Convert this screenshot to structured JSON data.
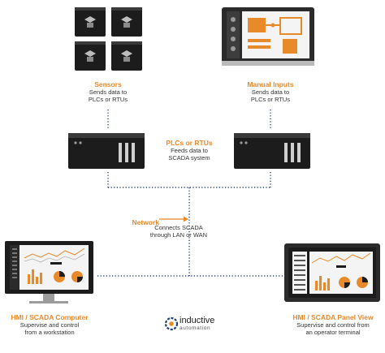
{
  "colors": {
    "accent": "#e8892a",
    "device_dark": "#1c1c1c",
    "device_mid": "#2b2b2b",
    "screen_bg": "#f4f4f4",
    "connector": "#1f3f75"
  },
  "nodes": {
    "sensors": {
      "title": "Sensors",
      "desc1": "Sends data to",
      "desc2": "PLCs or RTUs"
    },
    "manual": {
      "title": "Manual Inputs",
      "desc1": "Sends data to",
      "desc2": "PLCs or RTUs"
    },
    "plc": {
      "title": "PLCs or RTUs",
      "desc1": "Feeds data to",
      "desc2": "SCADA system"
    },
    "network": {
      "title": "Network",
      "desc1": "Connects SCADA",
      "desc2": "through LAN or WAN"
    },
    "hmi_computer": {
      "title": "HMI / SCADA Computer",
      "desc1": "Supervise and control",
      "desc2": "from a workstation"
    },
    "hmi_panel": {
      "title": "HMI / SCADA Panel View",
      "desc1": "Supervise and control from",
      "desc2": "an operator terminal"
    }
  },
  "logo": {
    "line1": "inductive",
    "line2": "automation"
  },
  "icons": {
    "sensor": "sensor-icon",
    "manual": "touch-panel-icon",
    "plc": "plc-rack-icon",
    "monitor": "monitor-icon",
    "panel": "panel-terminal-icon",
    "logo": "inductive-automation-logo"
  }
}
